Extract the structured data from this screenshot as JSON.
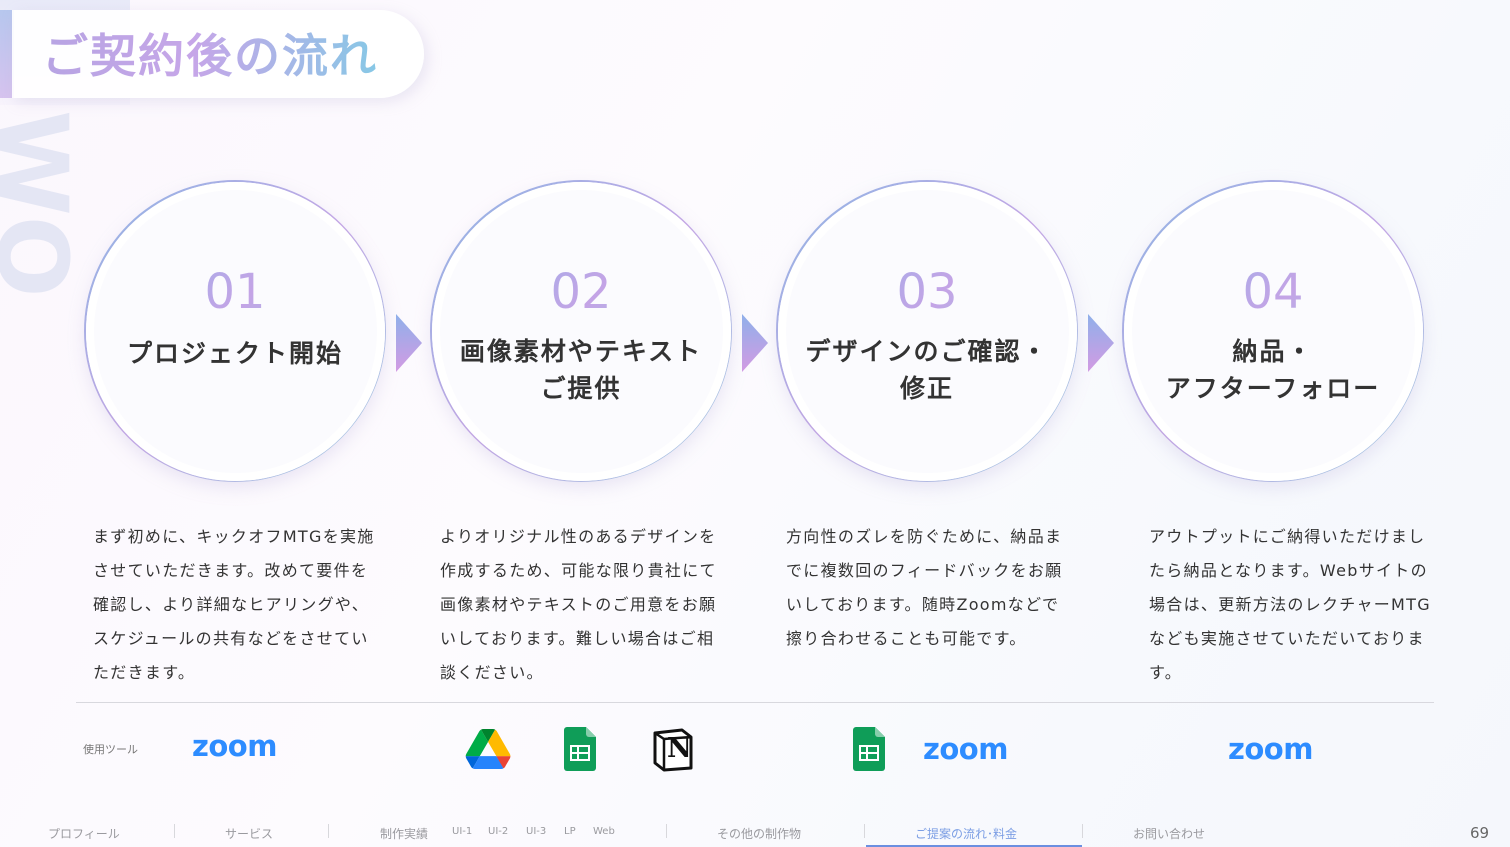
{
  "page": {
    "title": "ご契約後の流れ",
    "watermark": "WO",
    "page_number": "69"
  },
  "steps": [
    {
      "number": "01",
      "title": "プロジェクト開始",
      "description": "まず初めに、キックオフMTGを実施させていただきます。改めて要件を確認し、より詳細なヒアリングや、スケジュールの共有などをさせていただきます。"
    },
    {
      "number": "02",
      "title": "画像素材やテキスト\nご提供",
      "description": "よりオリジナル性のあるデザインを作成するため、可能な限り貴社にて画像素材やテキストのご用意をお願いしております。難しい場合はご相談ください。"
    },
    {
      "number": "03",
      "title": "デザインのご確認・\n修正",
      "description": "方向性のズレを防ぐために、納品までに複数回のフィードバックをお願いしております。随時Zoomなどで擦り合わせることも可能です。"
    },
    {
      "number": "04",
      "title": "納品・\nアフターフォロー",
      "description": "アウトプットにご納得いただけましたら納品となります。Webサイトの場合は、更新方法のレクチャーMTGなども実施させていただいております。"
    }
  ],
  "tools": {
    "label": "使用ツール",
    "zoom_text": "zoom",
    "notion_letter": "N",
    "icons": [
      "zoom-logo",
      "google-drive-icon",
      "google-sheets-icon",
      "notion-icon",
      "google-sheets-icon",
      "zoom-logo",
      "zoom-logo"
    ]
  },
  "footer_nav": {
    "items": [
      "プロフィール",
      "サービス",
      "制作実績",
      "その他の制作物",
      "ご提案の流れ･料金",
      "お問い合わせ"
    ],
    "sub_items": [
      "UI-1",
      "UI-2",
      "UI-3",
      "LP",
      "Web"
    ],
    "active_index": 4
  },
  "colors": {
    "accent_blue": "#7c9ee4",
    "accent_purple": "#c6a6e8",
    "zoom_blue": "#2d8cff",
    "sheets_green": "#0f9d58"
  }
}
